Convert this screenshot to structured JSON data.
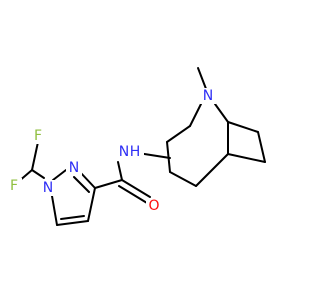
{
  "molecule": {
    "atoms": {
      "n_methyl": {
        "symbol": "N",
        "color": "#2e2ef5"
      },
      "n_amide": {
        "symbol": "N",
        "color": "#2e2ef5"
      },
      "h_amide": {
        "symbol": "H",
        "color": "#2e2ef5"
      },
      "o_carbonyl": {
        "symbol": "O",
        "color": "#ff0d0d"
      },
      "n1_pyrazole": {
        "symbol": "N",
        "color": "#2e2ef5"
      },
      "n2_pyrazole": {
        "symbol": "N",
        "color": "#2e2ef5"
      },
      "f_top": {
        "symbol": "F",
        "color": "#8fbf3f"
      },
      "f_left": {
        "symbol": "F",
        "color": "#8fbf3f"
      }
    },
    "bond_color": "#000000"
  }
}
